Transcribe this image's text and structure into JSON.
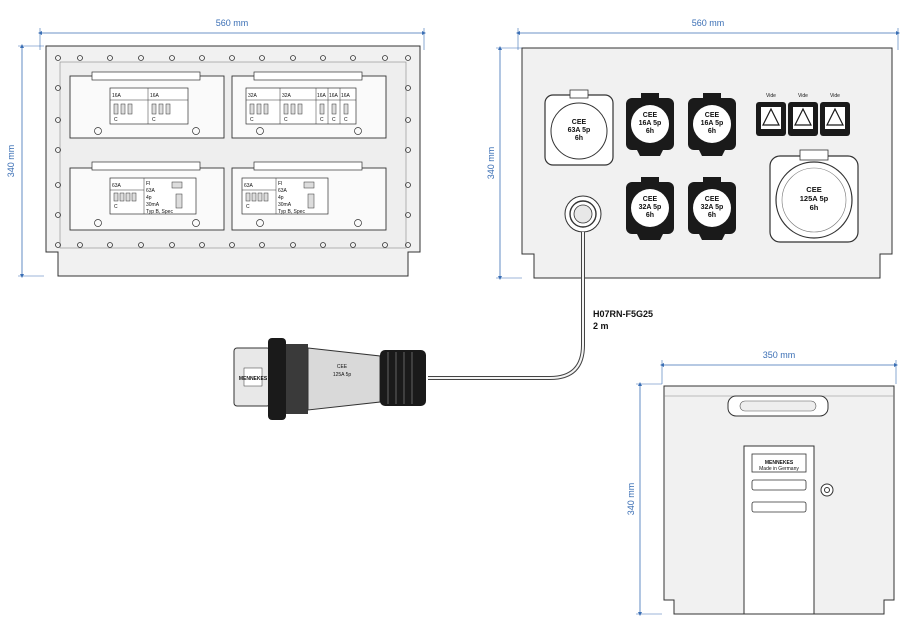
{
  "dimensions": {
    "front_width": "560 mm",
    "front_height": "340 mm",
    "rear_width": "560 mm",
    "rear_height": "340 mm",
    "side_width": "350 mm",
    "side_height": "340 mm"
  },
  "breakers": {
    "top_left": [
      "16A",
      "16A"
    ],
    "top_left_curve": [
      "C",
      "C"
    ],
    "top_right": [
      "32A",
      "32A",
      "16A",
      "16A",
      "16A"
    ],
    "top_right_curve": [
      "C",
      "C",
      "C",
      "C",
      "C"
    ],
    "rcd_left": {
      "rating": "63A",
      "id": "FI",
      "amps": "63A",
      "poles": "4p",
      "trip": "30mA",
      "curve": "C",
      "type": "Typ B, Spec"
    },
    "rcd_right": {
      "rating": "63A",
      "id": "FI",
      "amps": "63A",
      "poles": "4p",
      "trip": "30mA",
      "curve": "C",
      "type": "Typ B, Spec"
    }
  },
  "sockets": {
    "cee63": {
      "l1": "CEE",
      "l2": "63A  5p",
      "l3": "6h"
    },
    "cee16a": {
      "l1": "CEE",
      "l2": "16A  5p",
      "l3": "6h"
    },
    "cee16b": {
      "l1": "CEE",
      "l2": "16A  5p",
      "l3": "6h"
    },
    "cee32a": {
      "l1": "CEE",
      "l2": "32A  5p",
      "l3": "6h"
    },
    "cee32b": {
      "l1": "CEE",
      "l2": "32A  5p",
      "l3": "6h"
    },
    "cee125": {
      "l1": "CEE",
      "l2": "125A  5p",
      "l3": "6h"
    },
    "schuko_label": "Vide"
  },
  "cable": {
    "type": "H07RN-F5G25",
    "length": "2 m"
  },
  "plug": {
    "l1": "CEE",
    "l2": "125A  5p",
    "brand": "MENNEKES"
  },
  "side": {
    "brand": "MENNEKES",
    "sub": "Made in Germany"
  }
}
